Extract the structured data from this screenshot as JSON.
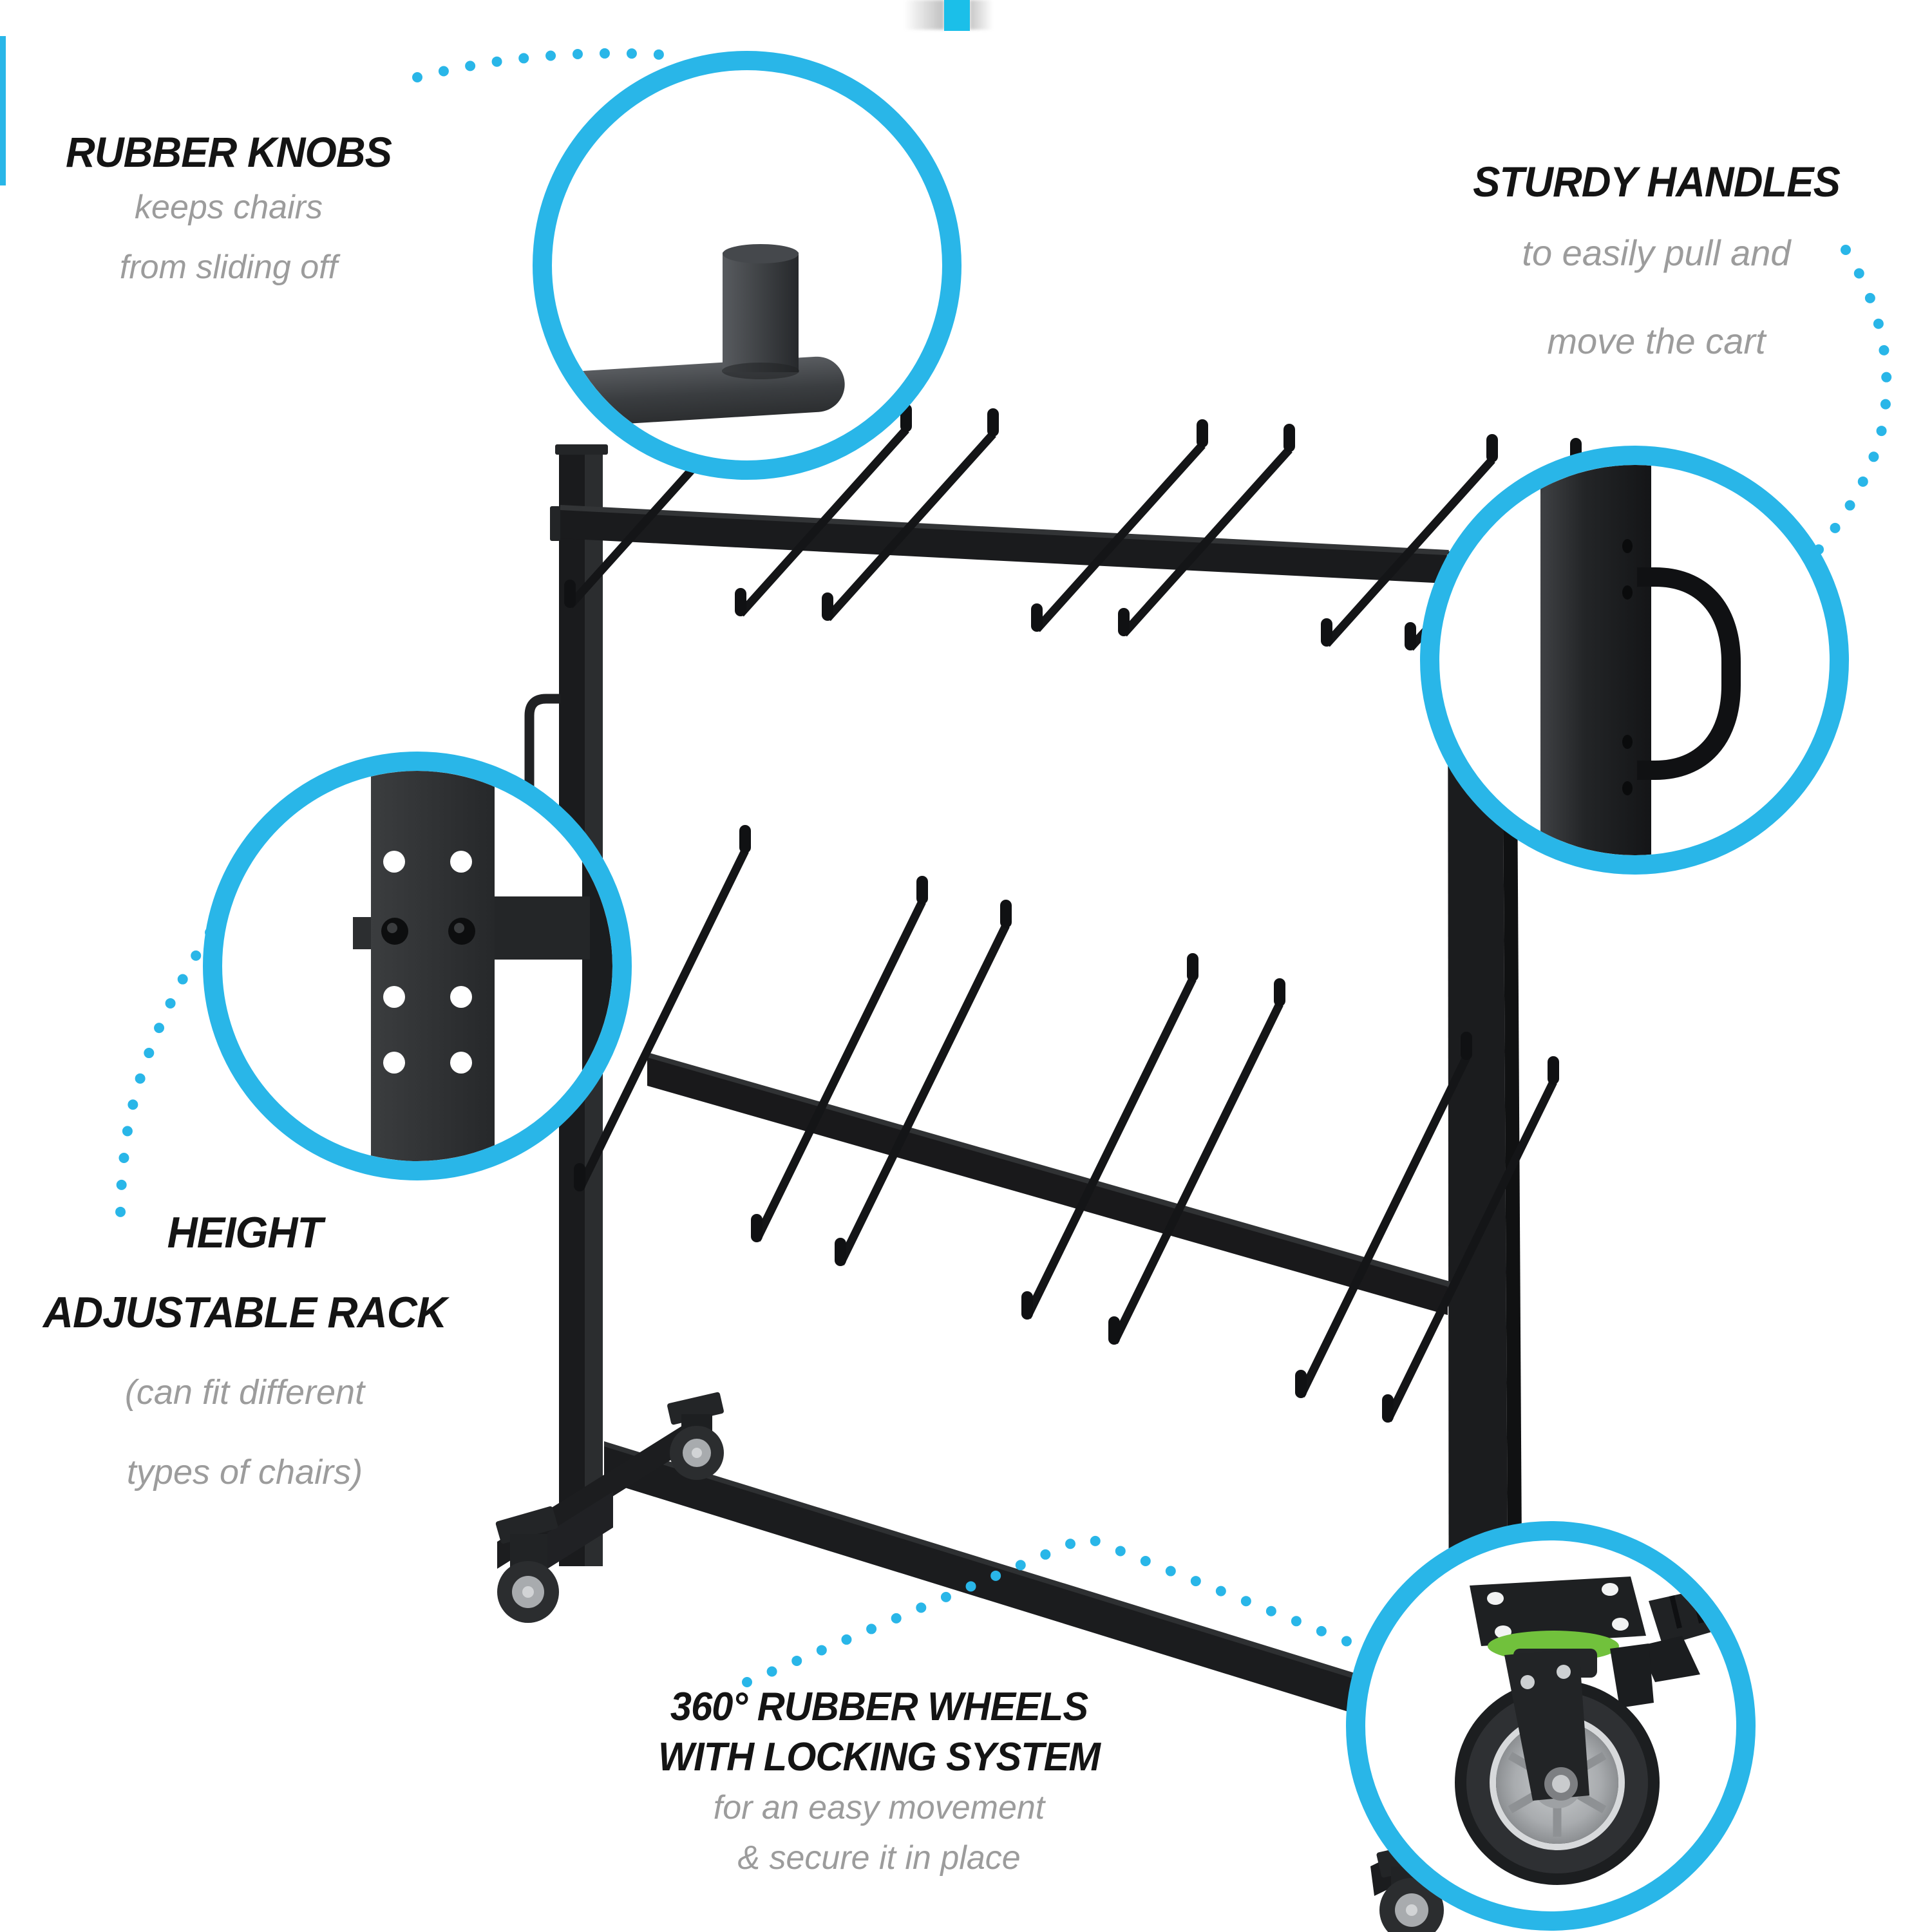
{
  "canvas": {
    "background": "#ffffff"
  },
  "colors": {
    "accent_cyan": "#29b6e8",
    "ribbon_cyan": "#1bbfe9",
    "title_black": "#141414",
    "subtitle_gray": "#9c9c9c",
    "cart_black": "#1a1b1d",
    "caster_green": "#71c13c"
  },
  "callouts": {
    "rubber_knobs": {
      "title": "RUBBER KNOBS",
      "desc1": "keeps chairs",
      "desc2": "from sliding off"
    },
    "sturdy_handles": {
      "title": "STURDY HANDLES",
      "desc1": "to easily pull and",
      "desc2": "move the cart"
    },
    "height_adjustable": {
      "title1": "HEIGHT",
      "title2": "ADJUSTABLE RACK",
      "desc1": "(can fit different",
      "desc2": "types of chairs)"
    },
    "rubber_wheels": {
      "title1": "360° RUBBER WHEELS",
      "title2": "WITH LOCKING SYSTEM",
      "desc1": "for an easy movement",
      "desc2": "& secure it in place"
    }
  }
}
